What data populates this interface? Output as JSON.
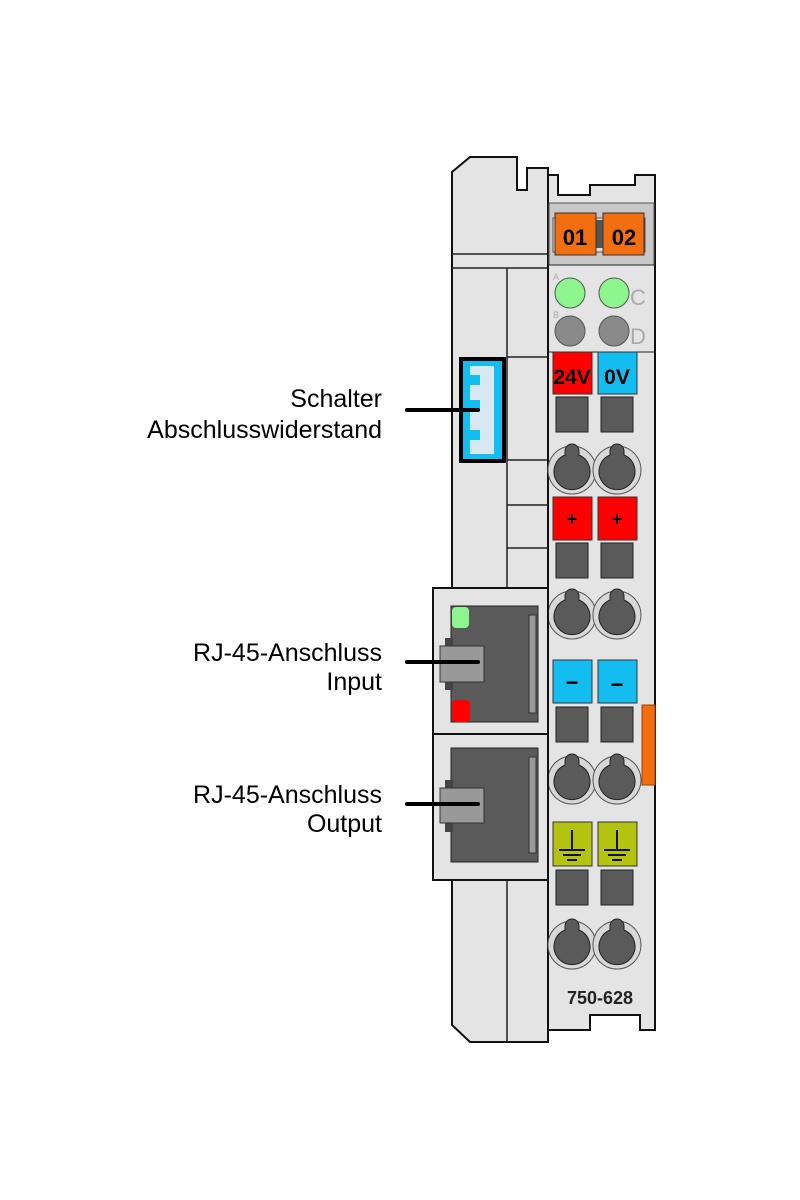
{
  "labels": {
    "switch_line1": "Schalter",
    "switch_line2": "Abschlusswiderstand",
    "rj_in_line1": "RJ-45-Anschluss",
    "rj_in_line2": "Input",
    "rj_out_line1": "RJ-45-Anschluss",
    "rj_out_line2": "Output"
  },
  "module": {
    "part_number": "750-628",
    "marker_1": "01",
    "marker_2": "02",
    "led_letters": [
      "A",
      "B",
      "C",
      "D"
    ],
    "supply_pos": "24V",
    "supply_neg": "0V",
    "plus": "+",
    "minus": "−"
  },
  "colors": {
    "housing": "#e4e4e4",
    "orange": "#f26e0f",
    "red": "#ff0000",
    "blue": "#14bdf0",
    "green_led": "#8ef58e",
    "earth": "#b4c30f",
    "dark": "#5a5a5a"
  }
}
